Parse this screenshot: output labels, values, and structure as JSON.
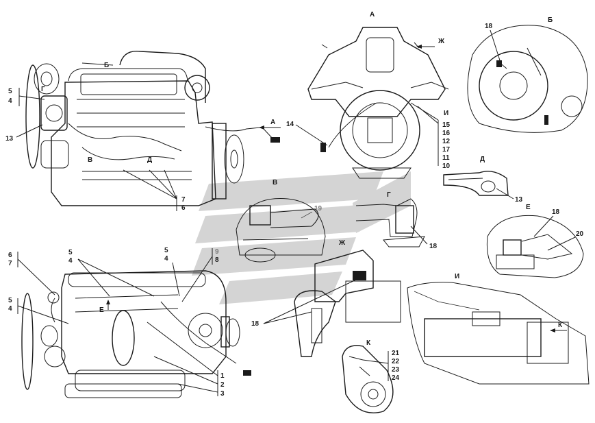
{
  "diagram": {
    "views": {
      "side_top": {
        "callouts": [
          "5",
          "4",
          "13",
          "7",
          "6"
        ],
        "letters": [
          "Б",
          "В",
          "Г",
          "Д",
          "А"
        ]
      },
      "front_A": {
        "title": "А",
        "callouts": [
          "14",
          "15",
          "16",
          "12",
          "17",
          "11",
          "10"
        ],
        "letters": [
          "Ж",
          "И"
        ]
      },
      "detail_B": {
        "title": "Б",
        "callouts": [
          "18"
        ]
      },
      "detail_V": {
        "title": "В",
        "callouts": [
          "19"
        ]
      },
      "detail_G": {
        "title": "Г",
        "callouts": [
          "18"
        ]
      },
      "detail_D": {
        "title": "Д",
        "callouts": [
          "13"
        ]
      },
      "detail_E": {
        "title": "Е",
        "callouts": [
          "18",
          "20"
        ]
      },
      "detail_Zh": {
        "title": "Ж",
        "callouts": [
          "18"
        ]
      },
      "detail_I": {
        "title": "И",
        "callouts": [
          "К"
        ]
      },
      "detail_K": {
        "title": "К",
        "callouts": [
          "21",
          "22",
          "23",
          "24"
        ]
      },
      "top_view": {
        "callouts": [
          "6",
          "7",
          "5",
          "4",
          "5",
          "4",
          "5",
          "4",
          "9",
          "8",
          "1",
          "2",
          "3"
        ],
        "letters": [
          "Е"
        ]
      }
    }
  }
}
